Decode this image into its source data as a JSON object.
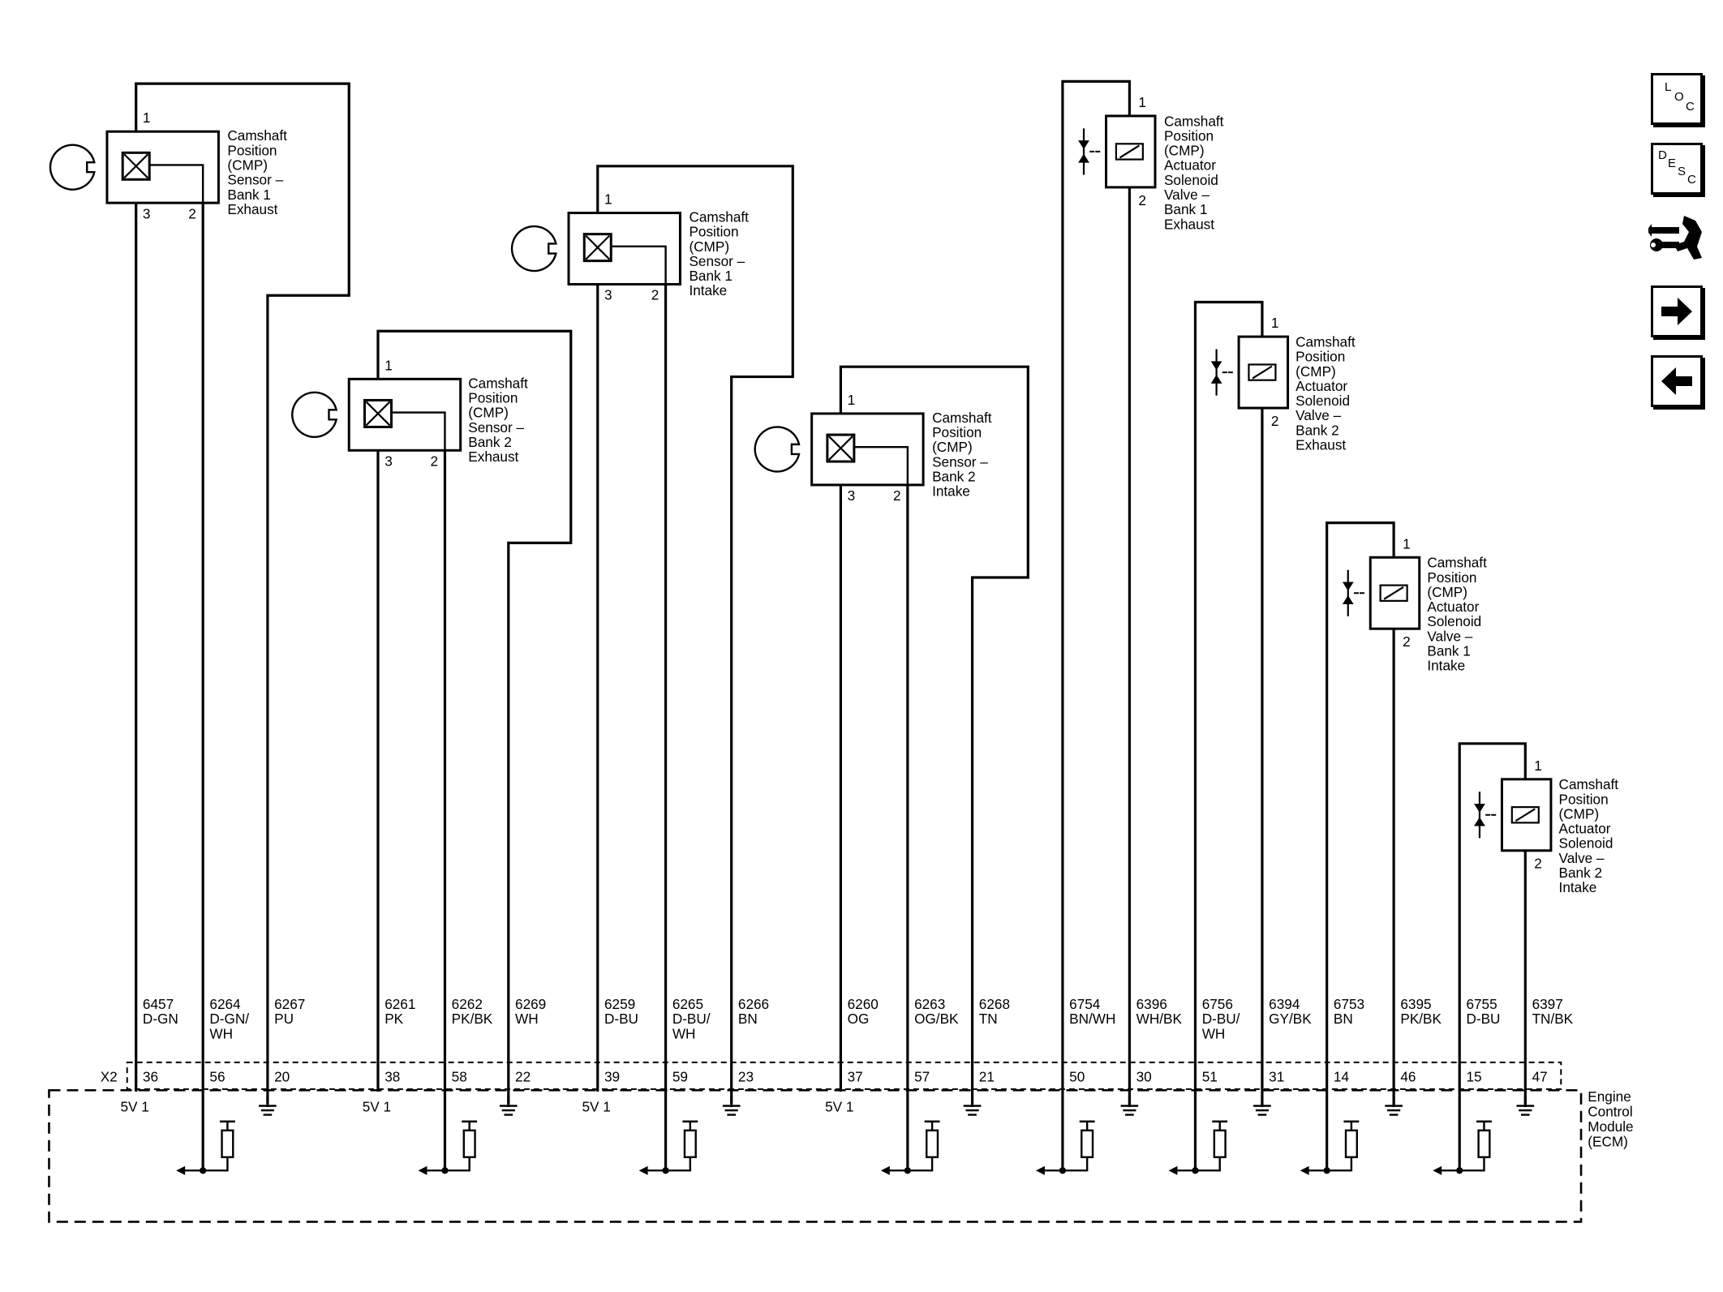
{
  "components": [
    {
      "type": "sensor",
      "label": [
        "Camshaft",
        "Position",
        "(CMP)",
        "Sensor –",
        "Bank 1",
        "Exhaust"
      ],
      "pin_top": "1",
      "pin_bl": "3",
      "pin_br": "2"
    },
    {
      "type": "sensor",
      "label": [
        "Camshaft",
        "Position",
        "(CMP)",
        "Sensor –",
        "Bank 2",
        "Exhaust"
      ],
      "pin_top": "1",
      "pin_bl": "3",
      "pin_br": "2"
    },
    {
      "type": "sensor",
      "label": [
        "Camshaft",
        "Position",
        "(CMP)",
        "Sensor –",
        "Bank 1",
        "Intake"
      ],
      "pin_top": "1",
      "pin_bl": "3",
      "pin_br": "2"
    },
    {
      "type": "sensor",
      "label": [
        "Camshaft",
        "Position",
        "(CMP)",
        "Sensor –",
        "Bank 2",
        "Intake"
      ],
      "pin_top": "1",
      "pin_bl": "3",
      "pin_br": "2"
    },
    {
      "type": "solenoid",
      "label": [
        "Camshaft",
        "Position",
        "(CMP)",
        "Actuator",
        "Solenoid",
        "Valve –",
        "Bank 1",
        "Exhaust"
      ],
      "pin_top": "1",
      "pin_bottom": "2"
    },
    {
      "type": "solenoid",
      "label": [
        "Camshaft",
        "Position",
        "(CMP)",
        "Actuator",
        "Solenoid",
        "Valve –",
        "Bank 2",
        "Exhaust"
      ],
      "pin_top": "1",
      "pin_bottom": "2"
    },
    {
      "type": "solenoid",
      "label": [
        "Camshaft",
        "Position",
        "(CMP)",
        "Actuator",
        "Solenoid",
        "Valve –",
        "Bank 1",
        "Intake"
      ],
      "pin_top": "1",
      "pin_bottom": "2"
    },
    {
      "type": "solenoid",
      "label": [
        "Camshaft",
        "Position",
        "(CMP)",
        "Actuator",
        "Solenoid",
        "Valve –",
        "Bank 2",
        "Intake"
      ],
      "pin_top": "1",
      "pin_bottom": "2"
    }
  ],
  "wires": [
    {
      "circuit": "6457",
      "color": [
        "D-GN"
      ],
      "pin": "36"
    },
    {
      "circuit": "6264",
      "color": [
        "D-GN/",
        "WH"
      ],
      "pin": "56"
    },
    {
      "circuit": "6267",
      "color": [
        "PU"
      ],
      "pin": "20"
    },
    {
      "circuit": "6261",
      "color": [
        "PK"
      ],
      "pin": "38"
    },
    {
      "circuit": "6262",
      "color": [
        "PK/BK"
      ],
      "pin": "58"
    },
    {
      "circuit": "6269",
      "color": [
        "WH"
      ],
      "pin": "22"
    },
    {
      "circuit": "6259",
      "color": [
        "D-BU"
      ],
      "pin": "39"
    },
    {
      "circuit": "6265",
      "color": [
        "D-BU/",
        "WH"
      ],
      "pin": "59"
    },
    {
      "circuit": "6266",
      "color": [
        "BN"
      ],
      "pin": "23"
    },
    {
      "circuit": "6260",
      "color": [
        "OG"
      ],
      "pin": "37"
    },
    {
      "circuit": "6263",
      "color": [
        "OG/BK"
      ],
      "pin": "57"
    },
    {
      "circuit": "6268",
      "color": [
        "TN"
      ],
      "pin": "21"
    },
    {
      "circuit": "6754",
      "color": [
        "BN/WH"
      ],
      "pin": "50"
    },
    {
      "circuit": "6396",
      "color": [
        "WH/BK"
      ],
      "pin": "30"
    },
    {
      "circuit": "6756",
      "color": [
        "D-BU/",
        "WH"
      ],
      "pin": "51"
    },
    {
      "circuit": "6394",
      "color": [
        "GY/BK"
      ],
      "pin": "31"
    },
    {
      "circuit": "6753",
      "color": [
        "BN"
      ],
      "pin": "14"
    },
    {
      "circuit": "6395",
      "color": [
        "PK/BK"
      ],
      "pin": "46"
    },
    {
      "circuit": "6755",
      "color": [
        "D-BU"
      ],
      "pin": "15"
    },
    {
      "circuit": "6397",
      "color": [
        "TN/BK"
      ],
      "pin": "47"
    }
  ],
  "connector": "X2",
  "reference_label": "5V 1",
  "ecm_label": [
    "Engine",
    "Control",
    "Module",
    "(ECM)"
  ],
  "nav": {
    "loc": [
      "L",
      "O",
      "C"
    ],
    "desc": [
      "D",
      "E",
      "S",
      "C"
    ],
    "icons": [
      "harness-tool-icon",
      "arrow-right-icon",
      "arrow-left-icon"
    ]
  }
}
